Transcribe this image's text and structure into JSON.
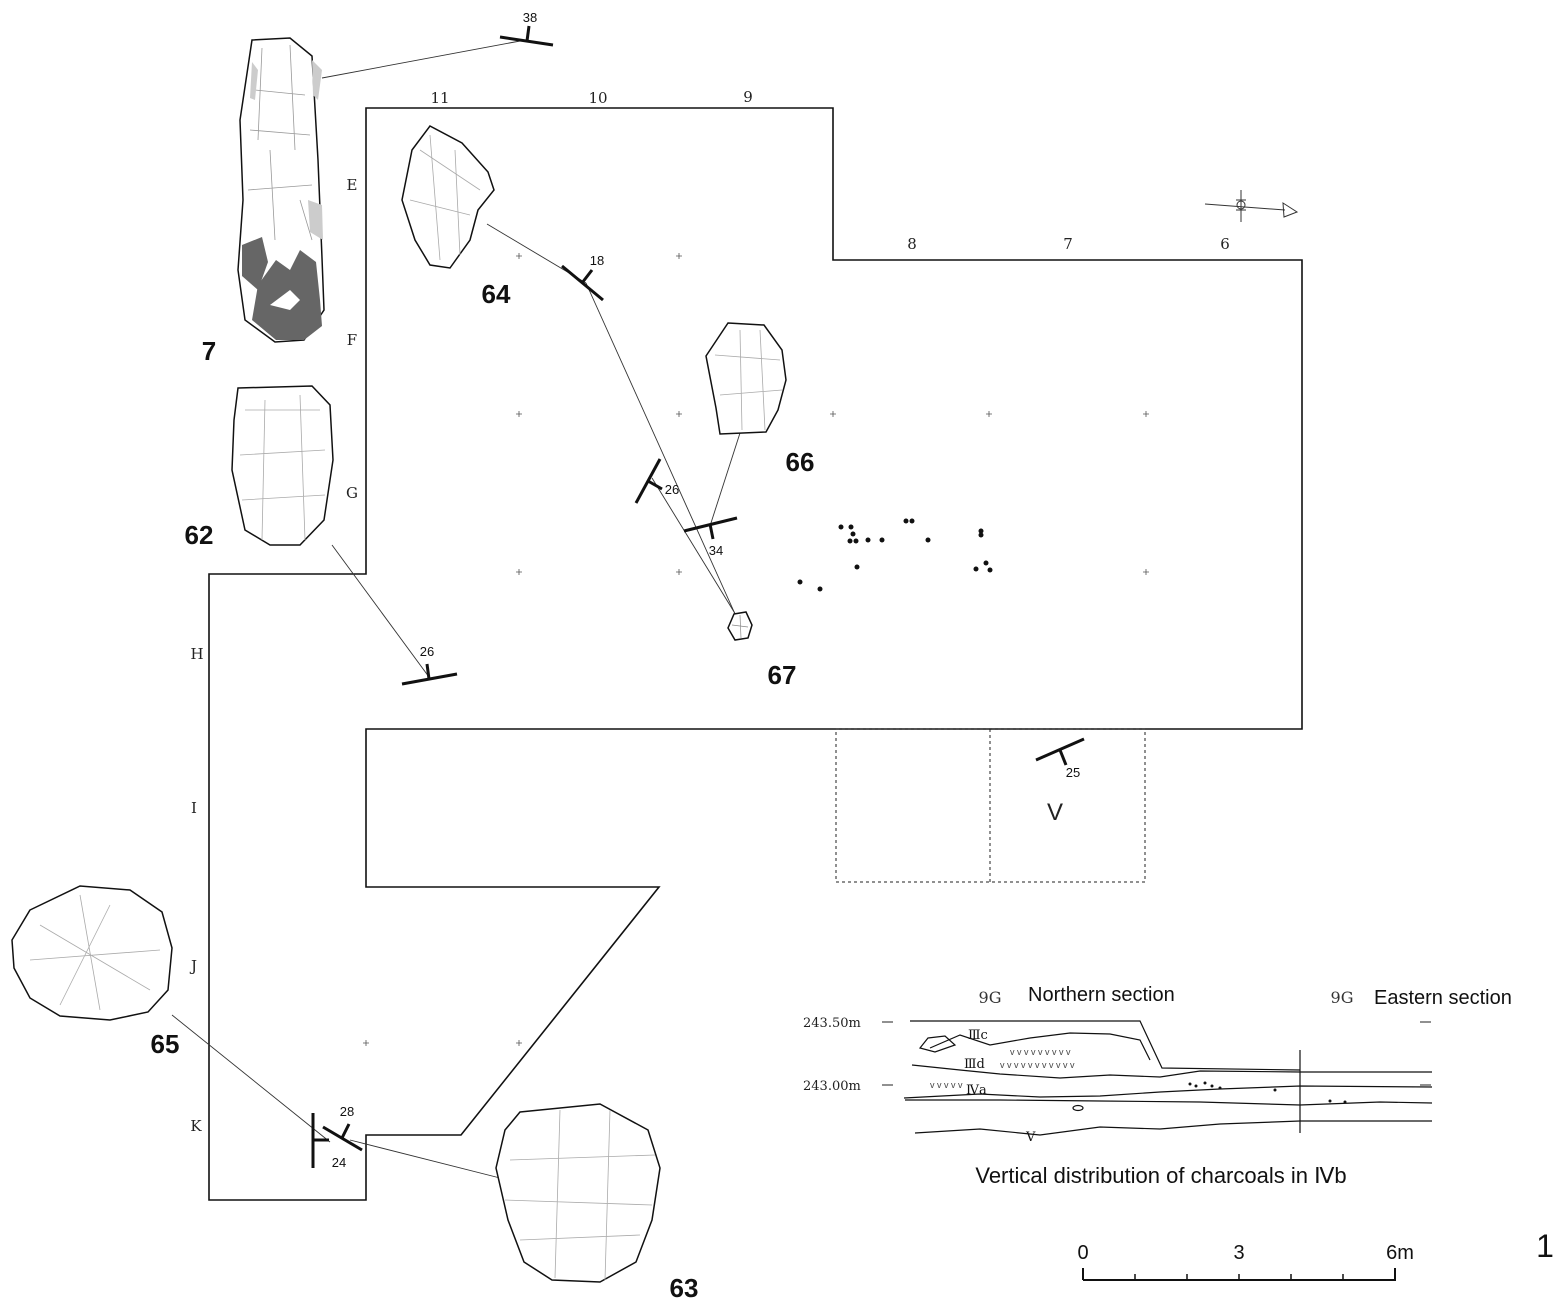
{
  "grid": {
    "columns_top": [
      "11",
      "10",
      "9"
    ],
    "columns_right": [
      "8",
      "7",
      "6"
    ],
    "rows": [
      "E",
      "F",
      "G",
      "H",
      "I",
      "J",
      "K"
    ]
  },
  "artifacts": [
    {
      "id": "7",
      "label": "7"
    },
    {
      "id": "62",
      "label": "62"
    },
    {
      "id": "64",
      "label": "64"
    },
    {
      "id": "66",
      "label": "66"
    },
    {
      "id": "67",
      "label": "67"
    },
    {
      "id": "65",
      "label": "65"
    },
    {
      "id": "63",
      "label": "63"
    }
  ],
  "orientation_marks": [
    {
      "label": "38"
    },
    {
      "label": "18"
    },
    {
      "label": "26"
    },
    {
      "label": "34"
    },
    {
      "label": "26"
    },
    {
      "label": "25"
    },
    {
      "label": "28"
    },
    {
      "label": "24"
    }
  ],
  "layer_V_label": "V",
  "section": {
    "north_grid": "9G",
    "north_title": "Northern section",
    "east_grid": "9G",
    "east_title": "Eastern section",
    "elev_high": "243.50m",
    "elev_low": "243.00m",
    "layers": [
      "Ⅲc",
      "Ⅲd",
      "Ⅳa",
      "V"
    ],
    "caption": "Vertical distribution of charcoals in Ⅳb"
  },
  "scale_bar": {
    "ticks": [
      "0",
      "3",
      "6m"
    ]
  },
  "figure_number": "1"
}
